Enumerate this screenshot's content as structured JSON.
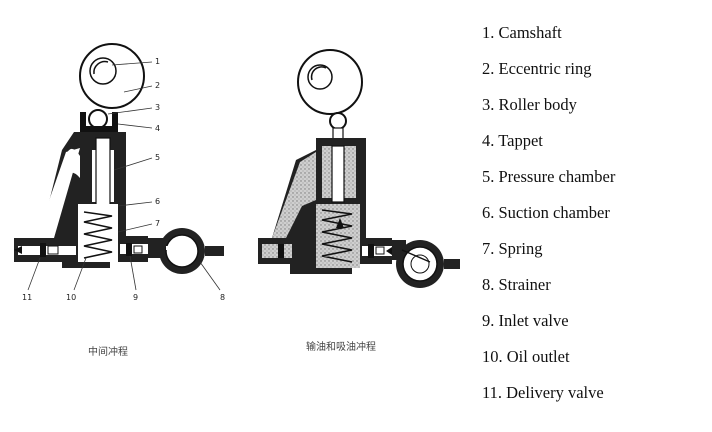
{
  "figure": {
    "left_caption": "中间冲程",
    "right_caption": "输油和吸油冲程",
    "callouts": [
      "1",
      "2",
      "3",
      "4",
      "5",
      "6",
      "7",
      "8",
      "9",
      "10",
      "11"
    ]
  },
  "legend": [
    "1. Camshaft",
    "2. Eccentric ring",
    "3. Roller body",
    "4. Tappet",
    "5. Pressure chamber",
    "6. Suction chamber",
    "7. Spring",
    "8. Strainer",
    "9. Inlet valve",
    "10. Oil outlet",
    "11. Delivery valve"
  ]
}
